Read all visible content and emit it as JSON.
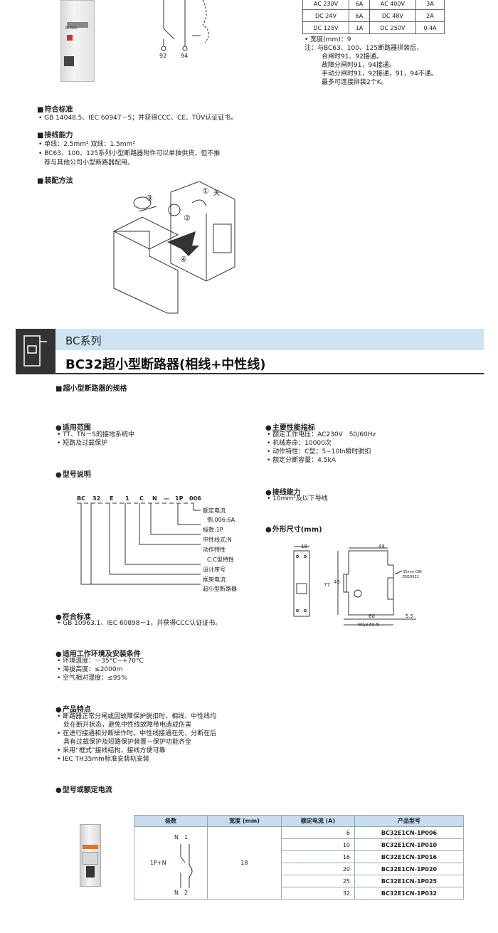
{
  "top_rating_table": {
    "rows": [
      [
        "AC 230V",
        "6A",
        "AC 400V",
        "3A"
      ],
      [
        "DC 24V",
        "6A",
        "DC 48V",
        "2A"
      ],
      [
        "DC 125V",
        "1A",
        "DC 250V",
        "0.4A"
      ]
    ]
  },
  "top_notes": {
    "width": "• 宽度(mm)：9",
    "note_lines": [
      "注：与BC63、100、125断路器拼装后，",
      "合闸时91、92接通。",
      "故障分闸时91，94接通。",
      "手动分闸时91，92接通，91，94不通。",
      "最多可连接拼装2个K。"
    ]
  },
  "diagram_top": {
    "label_92": "92",
    "label_94": "94",
    "device_text": "BC6K1"
  },
  "standards_section": {
    "title": "符合标准",
    "text": "• GB 14048.5、IEC 60947－5；并获得CCC、CE、TÜV认证证书。"
  },
  "wiring_section": {
    "title": "接线能力",
    "lines": [
      "• 单线：2.5mm²   双线：1.5mm²",
      "• BC63、100、125系列小型断路器附件可以单独供货，但不推",
      "荐与其他公司小型断路器配用。"
    ]
  },
  "assembly_section": {
    "title": "装配方法",
    "step1": "①",
    "step1_label": "关",
    "step2": "②",
    "step3": "③",
    "step4": "④"
  },
  "banner": {
    "series": "BC系列",
    "title": "BC32超小型断路器(相线+中性线)"
  },
  "spec_header": "超小型断路器的规格",
  "scope": {
    "title": "适用范围",
    "items": [
      "• TT、TN－S的接地系统中",
      "• 短路及过载保护"
    ]
  },
  "performance": {
    "title": "主要性能指标",
    "items": [
      "• 额定工作电压：AC230V　50/60Hz",
      "• 机械寿命：10000次",
      "• 动作特性：C型；5~10In瞬时脱扣",
      "• 额定分断容量：4.5kA"
    ]
  },
  "model_explain": {
    "title": "型号说明",
    "code_parts": [
      "BC",
      "32",
      "E",
      "1",
      "C",
      "N",
      "—",
      "1P",
      "006"
    ],
    "labels": [
      "额定电流",
      "例.006:6A",
      "极数:1P",
      "中性线式:N",
      "动作特性",
      "C:C型特性",
      "设计序号",
      "框架电流",
      "超小型断路器"
    ]
  },
  "wiring2": {
    "title": "接线能力",
    "items": [
      "• 10mm²及以下导线"
    ]
  },
  "dimensions": {
    "title": "外形尺寸(mm)",
    "d18": "18",
    "d44": "44",
    "d77": "77",
    "d45": "45",
    "d60": "60",
    "d55": "5.5",
    "dmax": "Max70.5",
    "din1": "35mm DIN",
    "din2": "EN50022"
  },
  "standards2": {
    "title": "符合标准",
    "text": "• GB 10963.1、IEC 60898－1，并获得CCC认证证书。"
  },
  "environment": {
    "title": "适用工作环境及安装条件",
    "items": [
      "• 环境温度：－35°C~+70°C",
      "• 海拔高度：≤2000m",
      "• 空气相对湿度：≤95%"
    ]
  },
  "features": {
    "title": "产品特点",
    "items": [
      "• 断路器正常分闸或因故障保护脱扣时，相线、中性线均",
      "　处在断开状态，避免中性线故障带电造成伤害",
      "• 在进行接通和分断操作时，中性线接通在先，分断在后",
      "　具有过载保护及短路保护装置－保护功能齐全",
      "• 采用“框式”接线结构，接线方便可靠",
      "• IEC TH35mm标准安装轨安装"
    ]
  },
  "rating_section": {
    "title": "型号或额定电流"
  },
  "product_table": {
    "headers": [
      "极数",
      "宽度 (mm)",
      "额定电流 (A)",
      "产品型号"
    ],
    "pole": "1P+N",
    "width": "18",
    "rows": [
      [
        "6",
        "BC32E1CN-1P006"
      ],
      [
        "10",
        "BC32E1CN-1P010"
      ],
      [
        "16",
        "BC32E1CN-1P016"
      ],
      [
        "20",
        "BC32E1CN-1P020"
      ],
      [
        "25",
        "BC32E1CN-1P025"
      ],
      [
        "32",
        "BC32E1CN-1P032"
      ]
    ],
    "symbol": {
      "n_top": "N",
      "one": "1",
      "n_bot": "N",
      "two": "2"
    }
  }
}
